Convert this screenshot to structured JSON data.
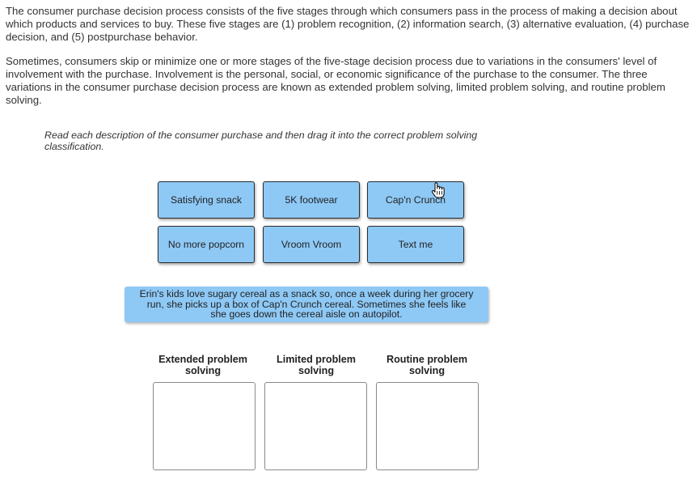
{
  "intro": {
    "paragraph1": "The consumer purchase decision process consists of the five stages through which consumers pass in the process of making a decision about which products and services to buy. These five stages are (1) problem recognition, (2) information search, (3) alternative evaluation, (4) purchase decision, and (5) postpurchase behavior.",
    "paragraph2": "Sometimes, consumers skip or minimize one or more stages of the five-stage decision process due to variations in the consumers' level of involvement with the purchase. Involvement is the personal, social, or economic significance of the purchase to the consumer. The three variations in the consumer purchase decision process are known as extended problem solving, limited problem solving, and routine problem solving."
  },
  "instructions": "Read each description of the consumer purchase and then drag it into the correct problem solving classification.",
  "cards": [
    {
      "label": "Satisfying snack"
    },
    {
      "label": "5K footwear"
    },
    {
      "label": "Cap'n Crunch"
    },
    {
      "label": "No more popcorn"
    },
    {
      "label": "Vroom Vroom"
    },
    {
      "label": "Text me"
    }
  ],
  "scenario": {
    "text": "Erin's kids love sugary cereal as a snack so, once a week during her grocery run, she picks up a box of Cap'n Crunch cereal. Sometimes she feels like she goes down the cereal aisle on autopilot."
  },
  "bins": [
    {
      "label": "Extended problem solving"
    },
    {
      "label": "Limited problem solving"
    },
    {
      "label": "Routine problem solving"
    }
  ],
  "cursor": {
    "icon": "hand-pointer-icon"
  }
}
